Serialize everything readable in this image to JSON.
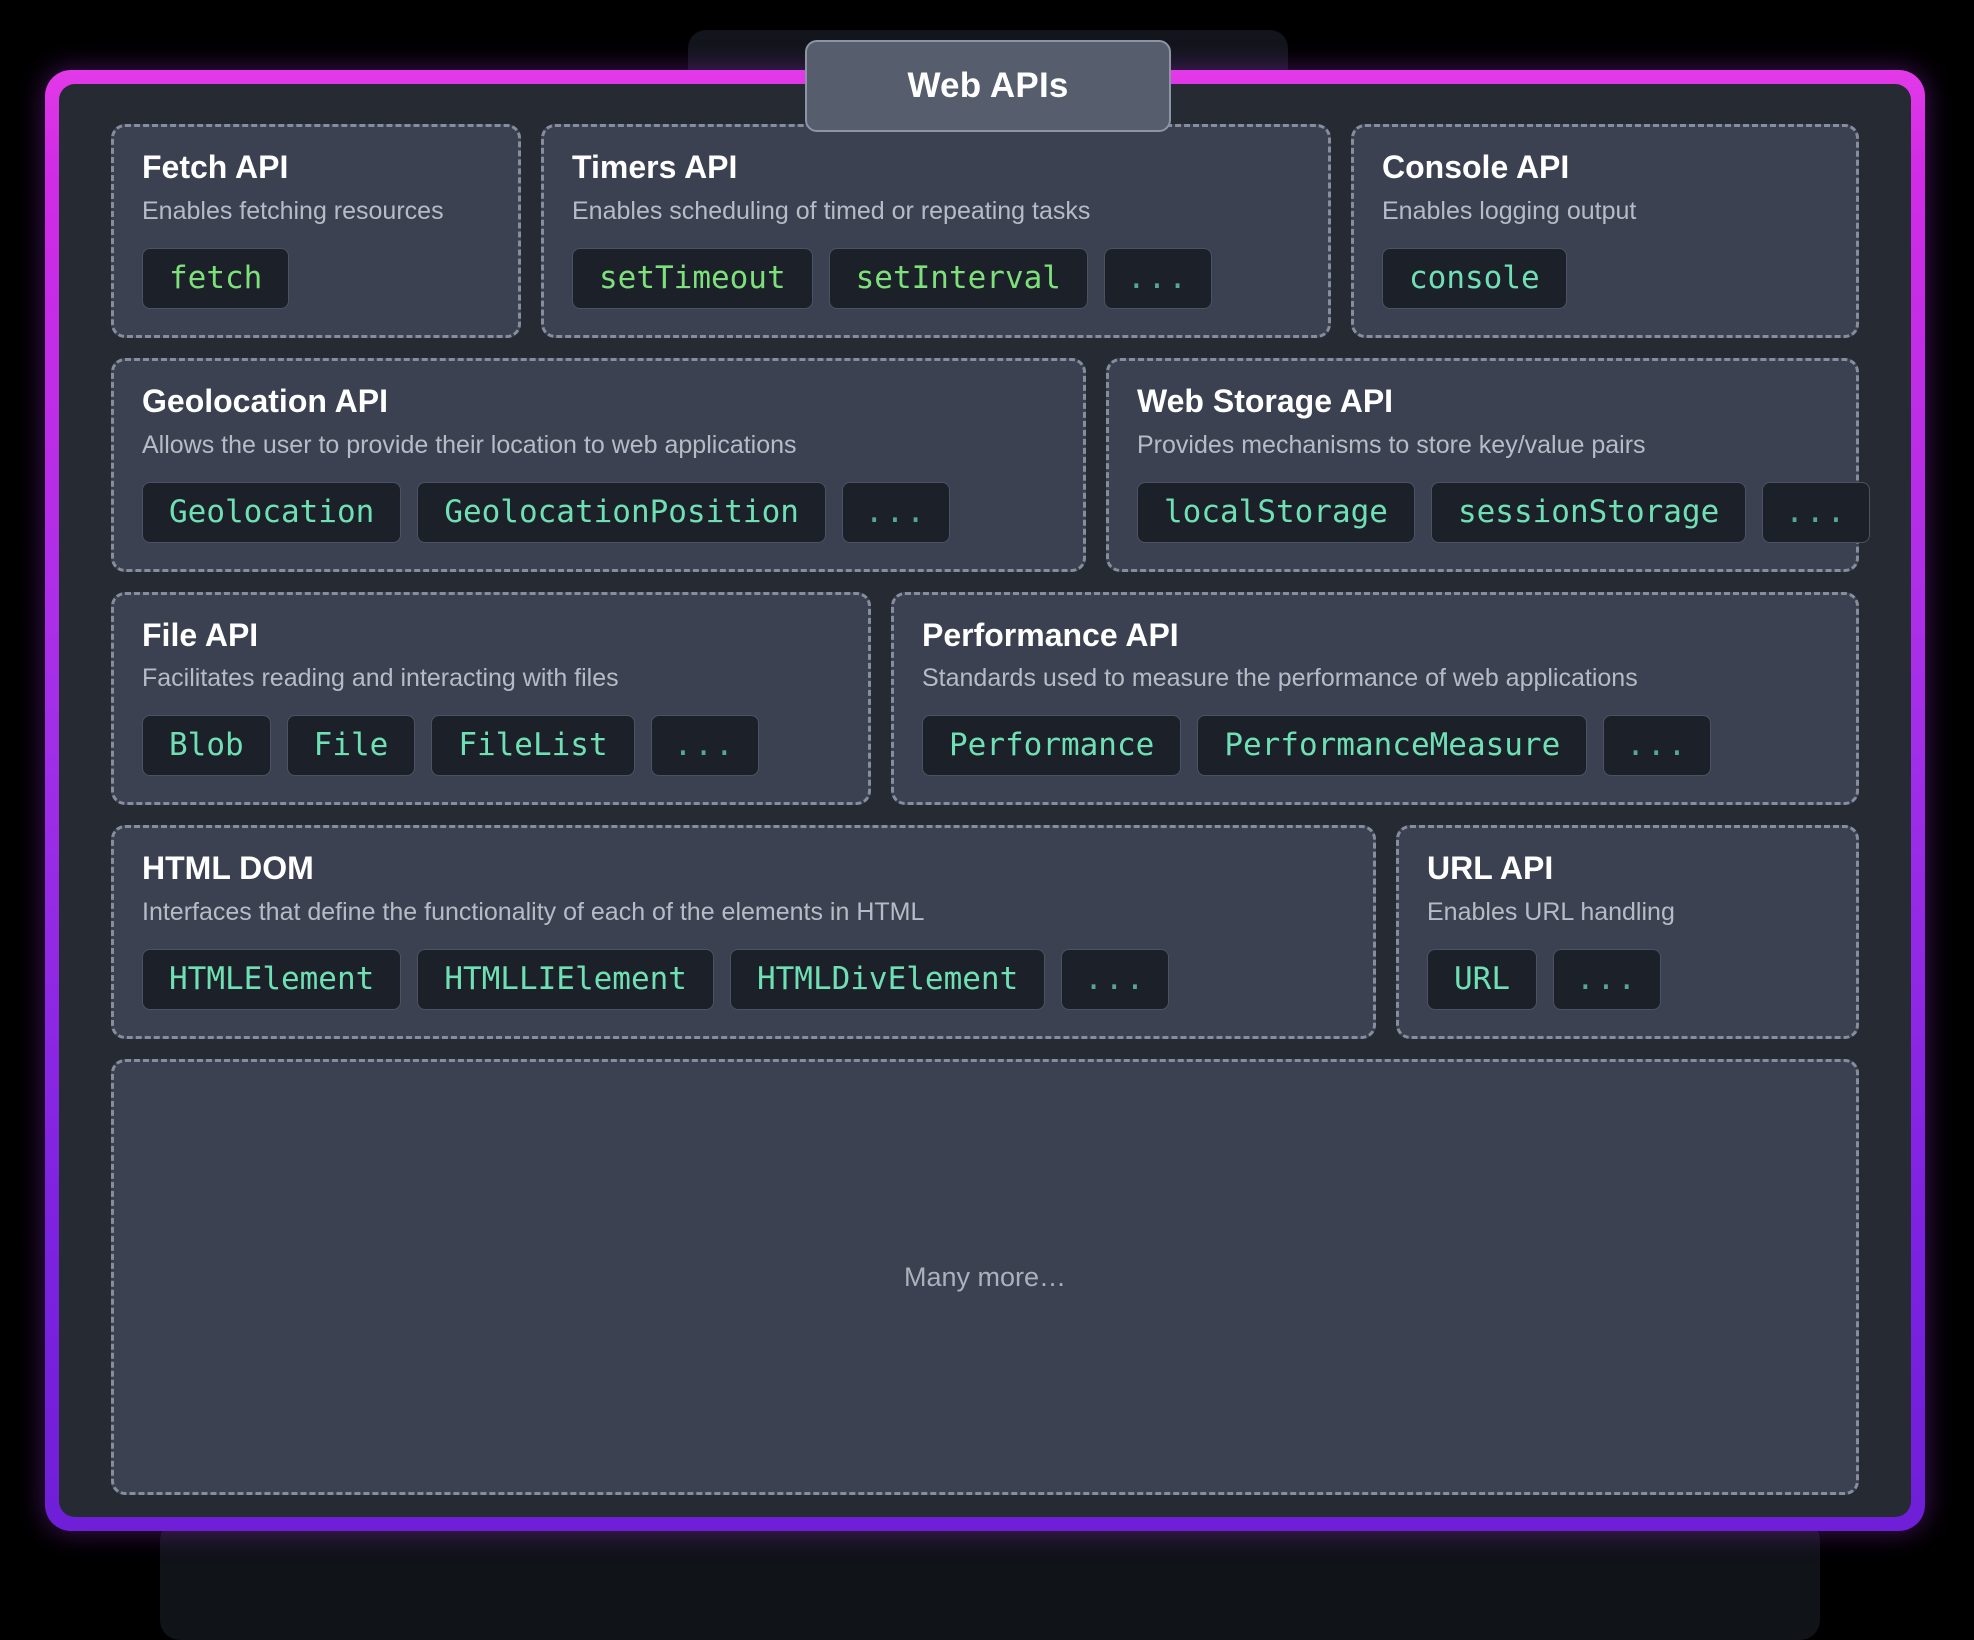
{
  "title_badge": {
    "label": "Web APIs"
  },
  "colors": {
    "frame_gradient_start": "#e23ae8",
    "frame_gradient_end": "#6f1fd8",
    "panel_bg": "#262b33",
    "card_bg": "#3b4150",
    "card_border": "#868d9d",
    "chip_bg": "#1b2029",
    "function_text": "#7ee07a",
    "object_text": "#6fe0b4",
    "title_text": "#ffffff",
    "desc_text": "#b6bcc7"
  },
  "rows": [
    {
      "cards": [
        {
          "title": "Fetch API",
          "desc": "Enables fetching resources",
          "flex": "0 0 410px",
          "chips": [
            {
              "label": "fetch",
              "kind": "fn"
            }
          ]
        },
        {
          "title": "Timers API",
          "desc": "Enables scheduling of timed or repeating tasks",
          "flex": "0 0 790px",
          "chips": [
            {
              "label": "setTimeout",
              "kind": "fn"
            },
            {
              "label": "setInterval",
              "kind": "fn"
            },
            {
              "label": "...",
              "kind": "more"
            }
          ]
        },
        {
          "title": "Console API",
          "desc": "Enables logging output",
          "flex": "1 1 auto",
          "chips": [
            {
              "label": "console",
              "kind": "obj"
            }
          ]
        }
      ]
    },
    {
      "cards": [
        {
          "title": "Geolocation API",
          "desc": "Allows the user to provide their location to web applications",
          "flex": "0 0 975px",
          "chips": [
            {
              "label": "Geolocation",
              "kind": "obj"
            },
            {
              "label": "GeolocationPosition",
              "kind": "obj"
            },
            {
              "label": "...",
              "kind": "more"
            }
          ]
        },
        {
          "title": "Web Storage API",
          "desc": "Provides mechanisms to store key/value pairs",
          "flex": "1 1 auto",
          "chips": [
            {
              "label": "localStorage",
              "kind": "obj"
            },
            {
              "label": "sessionStorage",
              "kind": "obj"
            },
            {
              "label": "...",
              "kind": "more"
            }
          ]
        }
      ]
    },
    {
      "cards": [
        {
          "title": "File API",
          "desc": "Facilitates reading and interacting with files",
          "flex": "0 0 760px",
          "chips": [
            {
              "label": "Blob",
              "kind": "obj"
            },
            {
              "label": "File",
              "kind": "obj"
            },
            {
              "label": "FileList",
              "kind": "obj"
            },
            {
              "label": "...",
              "kind": "more"
            }
          ]
        },
        {
          "title": "Performance API",
          "desc": "Standards used to measure the performance of web applications",
          "flex": "1 1 auto",
          "chips": [
            {
              "label": "Performance",
              "kind": "obj"
            },
            {
              "label": "PerformanceMeasure",
              "kind": "obj"
            },
            {
              "label": "...",
              "kind": "more"
            }
          ]
        }
      ]
    },
    {
      "cards": [
        {
          "title": "HTML DOM",
          "desc": "Interfaces that define the functionality of each of the elements in HTML",
          "flex": "0 0 1265px",
          "chips": [
            {
              "label": "HTMLElement",
              "kind": "obj"
            },
            {
              "label": "HTMLLIElement",
              "kind": "obj"
            },
            {
              "label": "HTMLDivElement",
              "kind": "obj"
            },
            {
              "label": "...",
              "kind": "more"
            }
          ]
        },
        {
          "title": "URL API",
          "desc": "Enables URL handling",
          "flex": "1 1 auto",
          "chips": [
            {
              "label": "URL",
              "kind": "obj"
            },
            {
              "label": "...",
              "kind": "more"
            }
          ]
        }
      ]
    }
  ],
  "many_more": {
    "label": "Many more…"
  }
}
